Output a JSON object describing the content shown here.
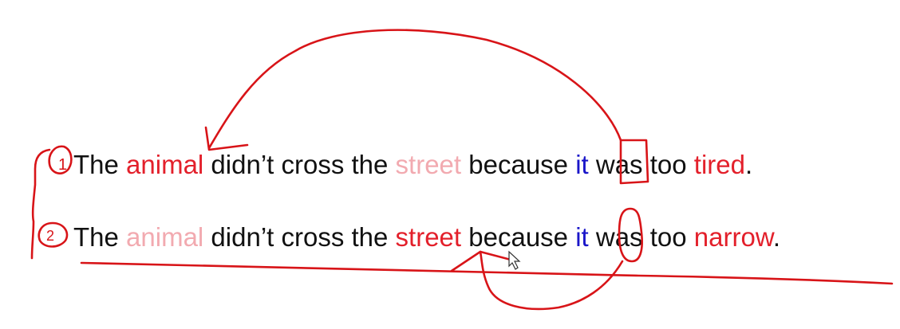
{
  "sentences": [
    {
      "number": "1",
      "w1": "The ",
      "subject": "animal",
      "w2": " didn’t cross the ",
      "object": "street",
      "w3": " because ",
      "pronoun": "it",
      "w4": " was too ",
      "adjective": "tired",
      "w5": "."
    },
    {
      "number": "2",
      "w1": "The ",
      "subject": "animal",
      "w2": " didn’t cross the ",
      "object": "street",
      "w3": " because ",
      "pronoun": "it",
      "w4": " was too ",
      "adjective": "narrow",
      "w5": "."
    }
  ],
  "colors": {
    "strong": "#e3202b",
    "faint": "#f2aab0",
    "pronoun": "#1a16c9",
    "ink": "#d81418"
  }
}
